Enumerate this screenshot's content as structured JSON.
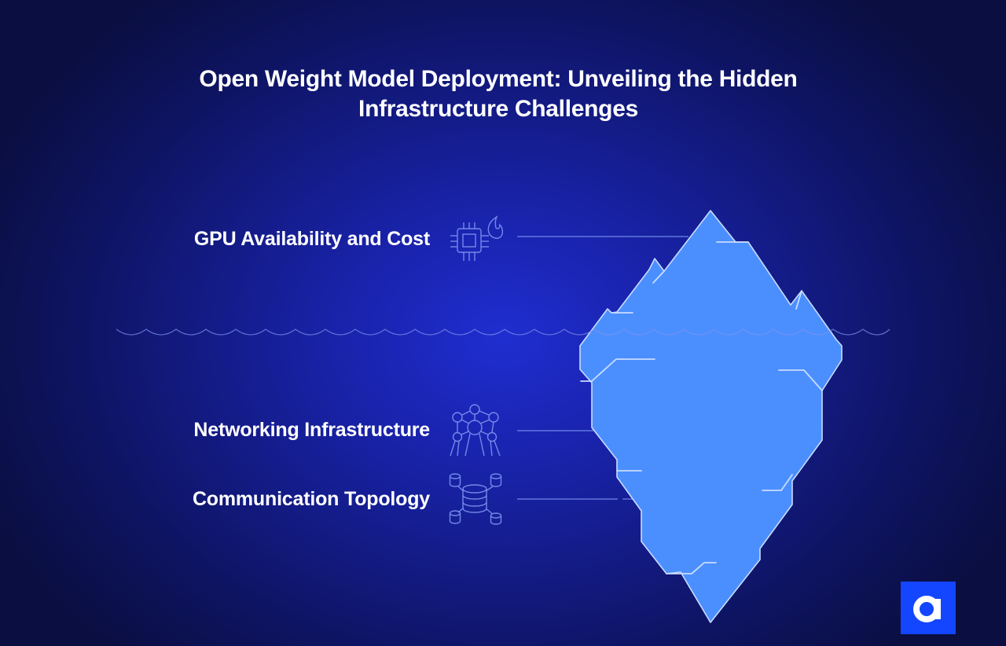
{
  "title": {
    "line1": "Open Weight Model Deployment: Unveiling the Hidden",
    "line2": "Infrastructure Challenges"
  },
  "items": [
    {
      "label": "GPU Availability and Cost",
      "icon": "gpu-chip-flame-icon",
      "position": "above-water"
    },
    {
      "label": "Networking Infrastructure",
      "icon": "network-nodes-icon",
      "position": "below-water"
    },
    {
      "label": "Communication Topology",
      "icon": "database-topology-icon",
      "position": "below-water"
    }
  ],
  "colors": {
    "background": "#141c8a",
    "iceberg": "#4b8fff",
    "iceberg_outline": "#c9dcff",
    "line": "#6f86e8",
    "logo_bg": "#1446ff"
  },
  "logo": {
    "icon": "brand-a-logo"
  }
}
